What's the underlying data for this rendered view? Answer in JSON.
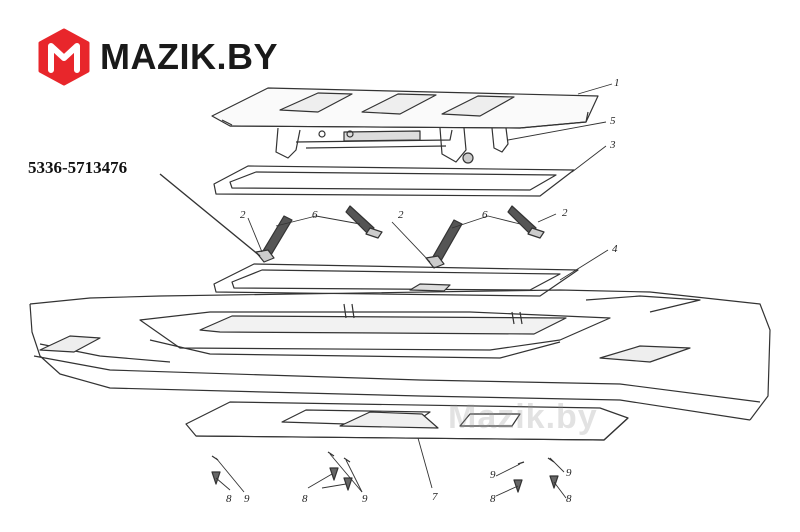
{
  "brand": {
    "name": "MAZIK.BY",
    "accent": "#e8262b",
    "logo_icon": "m-hexagon-icon"
  },
  "part_number": "5336-5713476",
  "watermark": "Mazik.by",
  "callouts": {
    "c1": "1",
    "c5": "5",
    "c3": "3",
    "c4": "4",
    "c7": "7",
    "c2a": "2",
    "c2b": "2",
    "c2c": "2",
    "c6a": "6",
    "c6b": "6",
    "c9a": "9",
    "c9b": "9",
    "c9c": "9",
    "c9d": "9",
    "c8a": "8",
    "c8b": "8",
    "c8c": "8",
    "c8d": "8"
  }
}
